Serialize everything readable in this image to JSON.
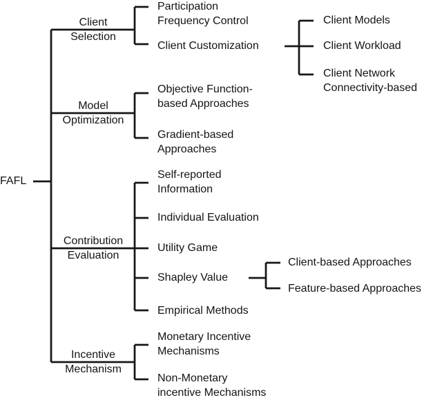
{
  "diagram": {
    "title_semantic": "FAFL taxonomy tree",
    "background": "#ffffff",
    "line_color": "#161616",
    "root": {
      "label": "FAFL"
    },
    "branches": {
      "client_selection": {
        "line1": "Client",
        "line2": "Selection",
        "children": {
          "participation_frequency_control": {
            "line1": "Participation",
            "line2": "Frequency Control"
          },
          "client_customization": {
            "line1": "Client Customization",
            "children": {
              "client_models": {
                "line1": "Client Models"
              },
              "client_workload": {
                "line1": "Client Workload"
              },
              "client_network": {
                "line1": "Client Network",
                "line2": "Connectivity-based"
              }
            }
          }
        }
      },
      "model_optimization": {
        "line1": "Model",
        "line2": "Optimization",
        "children": {
          "objective_function": {
            "line1": "Objective Function-",
            "line2": "based Approaches"
          },
          "gradient_based": {
            "line1": "Gradient-based",
            "line2": "Approaches"
          }
        }
      },
      "contribution_evaluation": {
        "line1": "Contribution",
        "line2": "Evaluation",
        "children": {
          "self_reported": {
            "line1": "Self-reported",
            "line2": "Information"
          },
          "individual_evaluation": {
            "line1": "Individual Evaluation"
          },
          "utility_game": {
            "line1": "Utility Game"
          },
          "shapley_value": {
            "line1": "Shapley Value",
            "children": {
              "client_based": {
                "line1": "Client-based Approaches"
              },
              "feature_based": {
                "line1": "Feature-based Approaches"
              }
            }
          },
          "empirical_methods": {
            "line1": "Empirical Methods"
          }
        }
      },
      "incentive_mechanism": {
        "line1": "Incentive",
        "line2": "Mechanism",
        "children": {
          "monetary": {
            "line1": "Monetary Incentive",
            "line2": "Mechanisms"
          },
          "non_monetary": {
            "line1": "Non-Monetary",
            "line2": "incentive Mechanisms"
          }
        }
      }
    }
  }
}
